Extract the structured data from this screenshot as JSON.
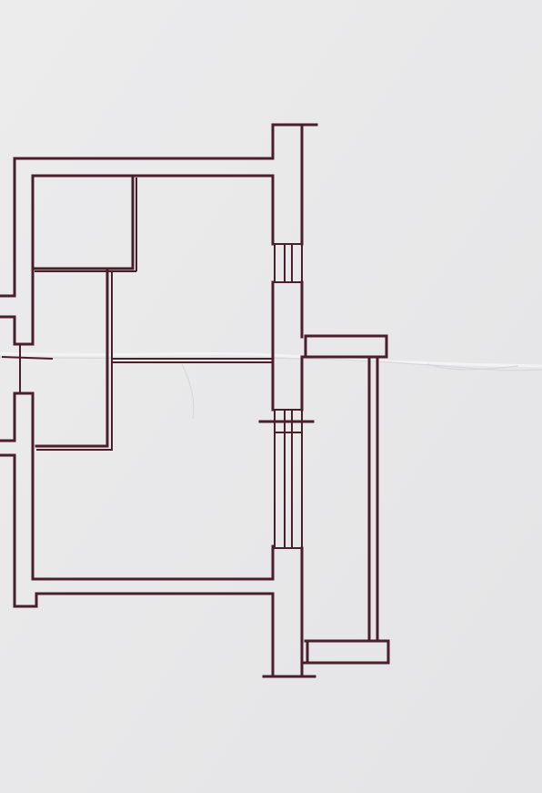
{
  "document": {
    "type": "floor-plan",
    "colors": {
      "paper": "#e9e9ea",
      "ink": "#4a1f2c"
    },
    "elements": [
      "outer-wall",
      "room-top-left",
      "room-middle-left",
      "main-room-upper",
      "main-room-lower",
      "window-upper",
      "window-lower",
      "balcony",
      "door-opening-left"
    ]
  }
}
